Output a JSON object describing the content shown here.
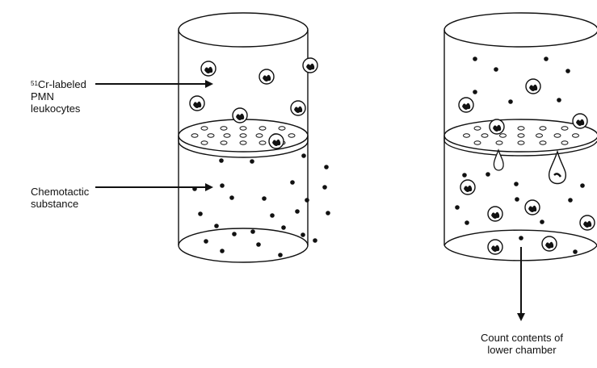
{
  "labels": {
    "cr_isotope": "51",
    "cr_labeled": "Cr-labeled",
    "pmn": "PMN",
    "leukocytes": "leukocytes",
    "chemotactic": "Chemotactic",
    "substance": "substance",
    "count_line1": "Count contents of",
    "count_line2": "lower chamber"
  },
  "colors": {
    "ink": "#111111",
    "background": "#ffffff"
  },
  "icons": {
    "cell": "leukocyte-cell-icon",
    "dot": "chemoattractant-dot-icon",
    "pore": "filter-pore-icon"
  }
}
